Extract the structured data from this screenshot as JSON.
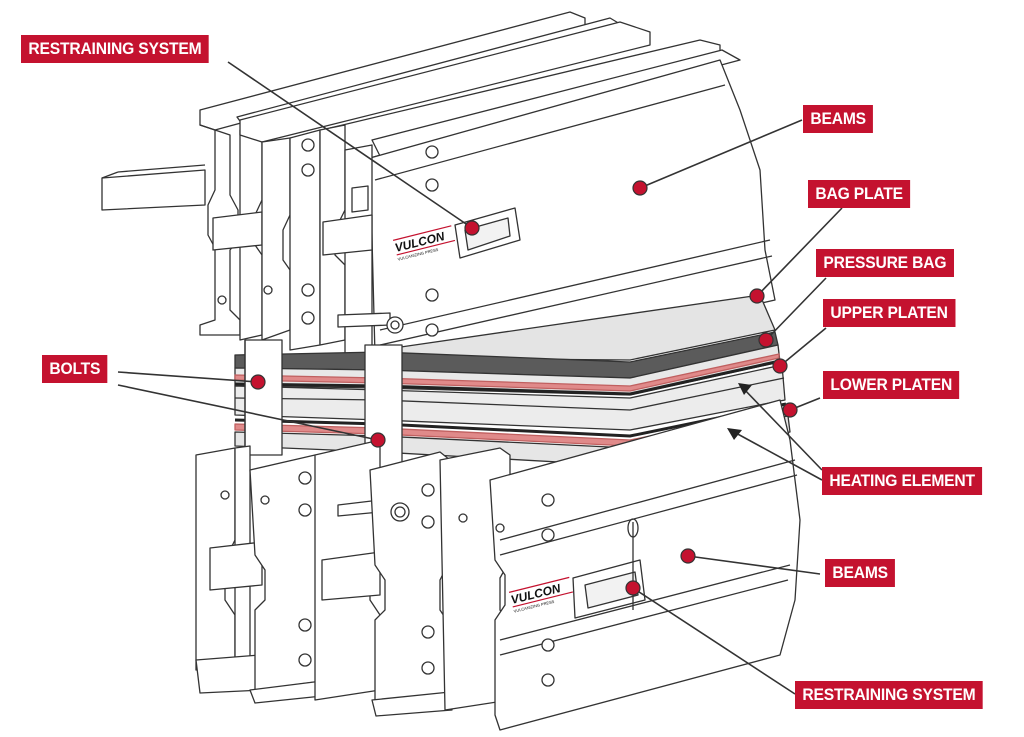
{
  "diagram": {
    "labels": {
      "restraining_system_top": "RESTRAINING SYSTEM",
      "beams_top": "BEAMS",
      "bag_plate": "BAG PLATE",
      "pressure_bag": "PRESSURE BAG",
      "upper_platen": "UPPER PLATEN",
      "lower_platen": "LOWER PLATEN",
      "bolts": "BOLTS",
      "heating_element": "HEATING ELEMENT",
      "beams_bottom": "BEAMS",
      "restraining_system_bottom": "RESTRAINING SYSTEM"
    },
    "logo": {
      "brand": "VULCON",
      "tagline": "VULCANIZING PRESS"
    },
    "colors": {
      "label_bg": "#c4122f",
      "label_text": "#ffffff",
      "marker": "#c4122f",
      "heating_stripe": "#e08080",
      "pressure_bag": "#5a5a5a",
      "platen": "#e6e6e6",
      "line": "#333333"
    }
  }
}
